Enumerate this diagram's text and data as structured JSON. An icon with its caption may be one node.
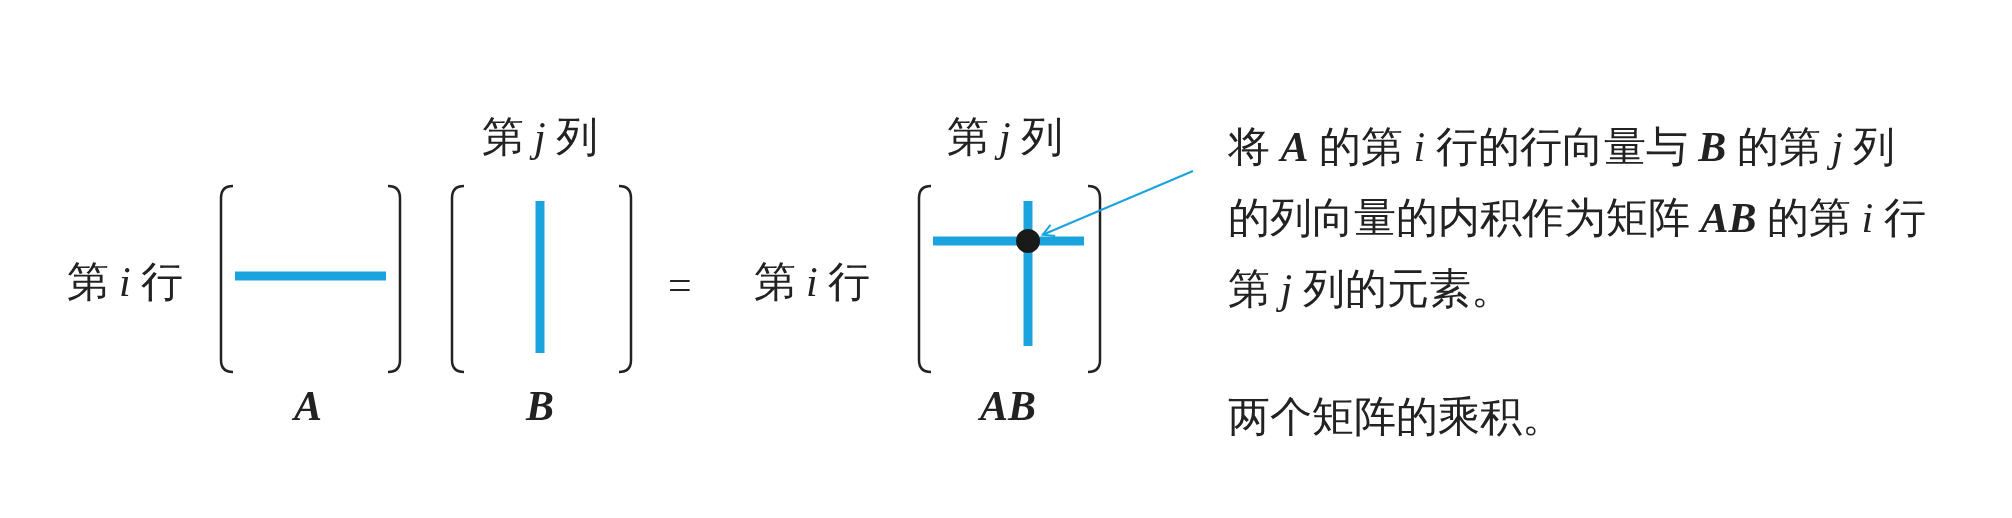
{
  "diagram": {
    "caption": "两个矩阵的乘积。",
    "nodes": [
      {
        "text": [
          "将 **A** 的第 *i* 行的行向量与 **B** 的第 *j* 列的列向量的内积作为矩阵 **AB** 的第 *i* 行第 *j* 列的元素。"
        ]
      },
      {
        "text": [],
        "shape": "circle"
      }
    ],
    "edges": [
      {
        "from": 0,
        "to": 1,
        "arrow": "to",
        "color": "#1aa3dc"
      }
    ],
    "labels": [
      "第 *i* 行",
      "第 *j* 列",
      "=",
      "第 *i* 行",
      "第 *j* 列",
      "A",
      "B",
      "AB"
    ]
  }
}
